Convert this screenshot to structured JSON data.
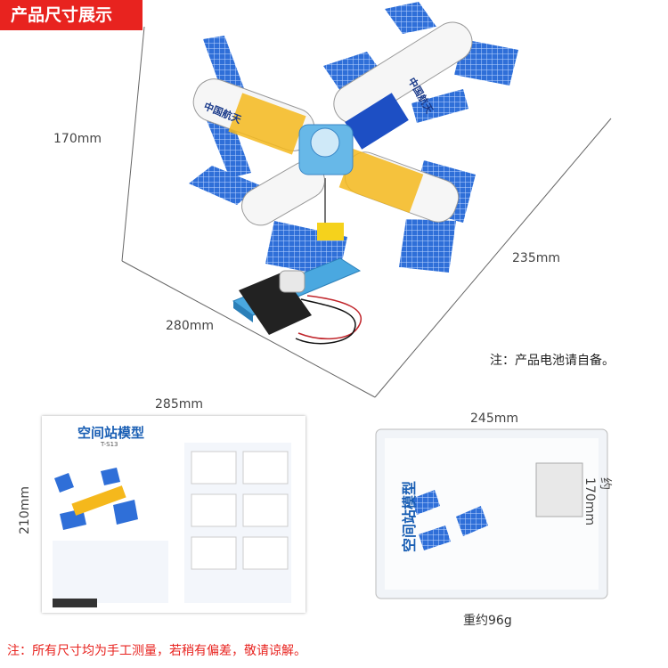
{
  "header": {
    "badge": "产品尺寸展示"
  },
  "dimensions": {
    "height": "170mm",
    "depth": "235mm",
    "width": "280mm",
    "card_width": "285mm",
    "card_height": "210mm",
    "bag_width": "245mm",
    "bag_height": "约170mm"
  },
  "notes": {
    "battery": "注：产品电池请自备。",
    "footer": "注：所有尺寸均为手工测量，若稍有偏差，敬请谅解。"
  },
  "model": {
    "module_text": "中国航天"
  },
  "card": {
    "title": "空间站模型",
    "code": "T-S13"
  },
  "bag": {
    "label": "空间站模型"
  },
  "weight": {
    "text": "重约96g"
  },
  "colors": {
    "badge_bg": "#e8231f",
    "panel_blue": "#2f6fd8",
    "module_yellow": "#f5b81c",
    "base_blue": "#4aa8e0"
  }
}
